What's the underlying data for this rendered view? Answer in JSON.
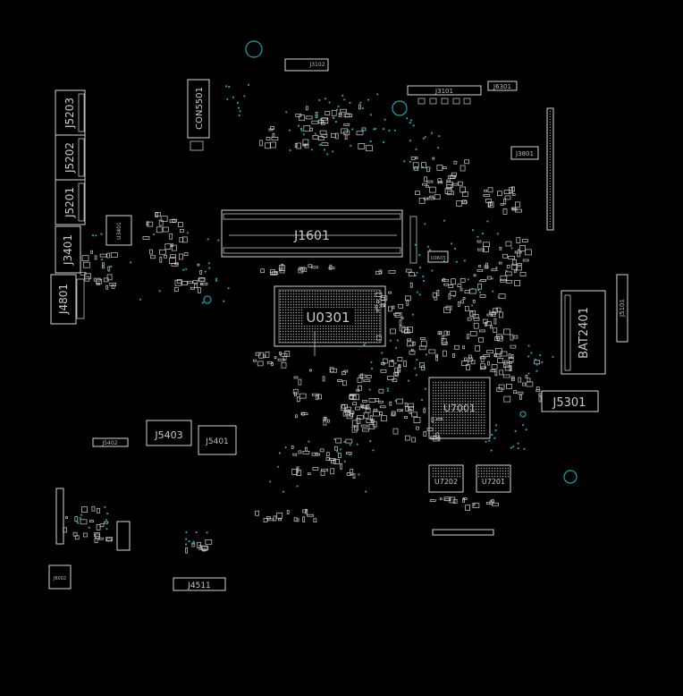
{
  "board": {
    "background": "#000000",
    "outline_color": "#d4d4d4",
    "via_color": "#1aa3ad",
    "labels": {
      "j5203": "J5203",
      "j5202": "J5202",
      "j5201": "J5201",
      "j3401": "J3401",
      "j4801": "J4801",
      "con5501": "CON5501",
      "j1601": "J1601",
      "u0301": "U0301",
      "bat2401": "BAT2401",
      "j5301": "J5301",
      "j5403": "J5403",
      "j5401": "J5401",
      "j5402": "J5402",
      "j4511": "J4511",
      "u7202": "U7202",
      "u7201": "U7201",
      "u7001": "U7001",
      "j3101": "J3101",
      "j6301": "J6301",
      "j3102": "J3102",
      "j3801": "J3801",
      "j5101": "J5101",
      "u3401": "U3401",
      "u0603": "U0603",
      "j6002": "J6002"
    }
  }
}
